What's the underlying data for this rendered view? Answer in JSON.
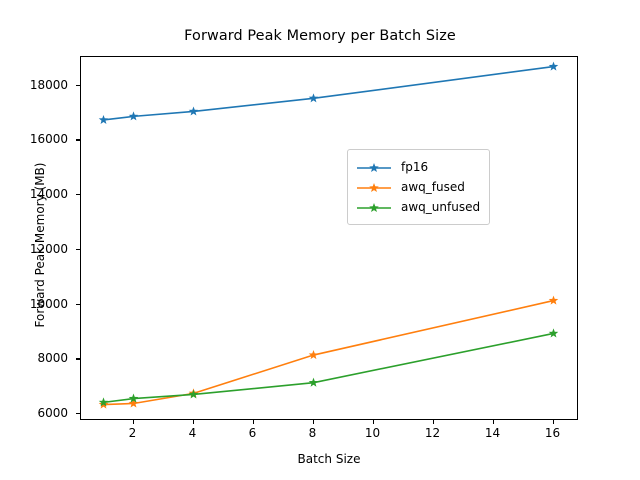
{
  "chart_data": {
    "type": "line",
    "title": "Forward Peak Memory per Batch Size",
    "xlabel": "Batch Size",
    "ylabel": "Forward Peak Memory (MB)",
    "x": [
      1,
      2,
      4,
      8,
      16
    ],
    "xlim": [
      0.25,
      16.85
    ],
    "ylim": [
      5750,
      19050
    ],
    "xticks": [
      2,
      4,
      6,
      8,
      10,
      12,
      14,
      16
    ],
    "xticklabels": [
      "2",
      "4",
      "6",
      "8",
      "10",
      "12",
      "14",
      "16"
    ],
    "yticks": [
      6000,
      8000,
      10000,
      12000,
      14000,
      16000,
      18000
    ],
    "yticklabels": [
      "6000",
      "8000",
      "10000",
      "12000",
      "14000",
      "16000",
      "18000"
    ],
    "grid": false,
    "marker": "star",
    "legend_position": "center right",
    "series": [
      {
        "name": "fp16",
        "color": "#1f77b4",
        "values": [
          16750,
          16880,
          17060,
          17540,
          18700
        ]
      },
      {
        "name": "awq_fused",
        "color": "#ff7f0e",
        "values": [
          6350,
          6390,
          6760,
          8160,
          10150
        ]
      },
      {
        "name": "awq_unfused",
        "color": "#2ca02c",
        "values": [
          6430,
          6570,
          6720,
          7150,
          8950
        ]
      }
    ]
  }
}
